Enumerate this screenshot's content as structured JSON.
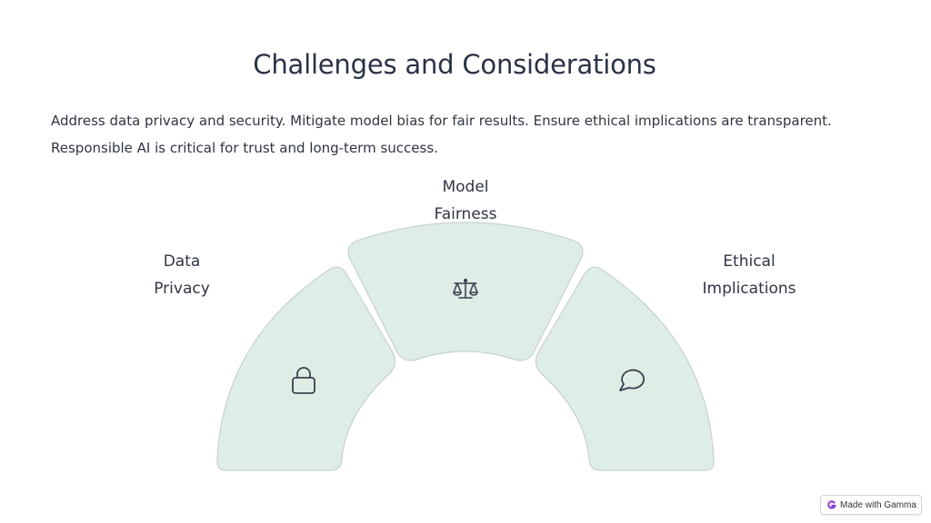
{
  "title": "Challenges and Considerations",
  "description": [
    "Address data privacy and security. Mitigate model bias for fair results. Ensure ethical implications are transparent.",
    "Responsible AI is critical for trust and long-term success."
  ],
  "segments": [
    {
      "id": "data-privacy",
      "label_lines": [
        "Data",
        "Privacy"
      ],
      "icon": "lock-icon"
    },
    {
      "id": "model-fairness",
      "label_lines": [
        "Model",
        "Fairness"
      ],
      "icon": "scales-icon"
    },
    {
      "id": "ethical-implications",
      "label_lines": [
        "Ethical",
        "Implications"
      ],
      "icon": "chat-bubble-icon"
    }
  ],
  "colors": {
    "segment_fill": "#dfede7",
    "segment_stroke": "#c5d3cd",
    "icon": "#3a4250",
    "title": "#2b3247"
  },
  "badge": {
    "label": "Made with Gamma",
    "icon": "gamma-logo-icon"
  }
}
